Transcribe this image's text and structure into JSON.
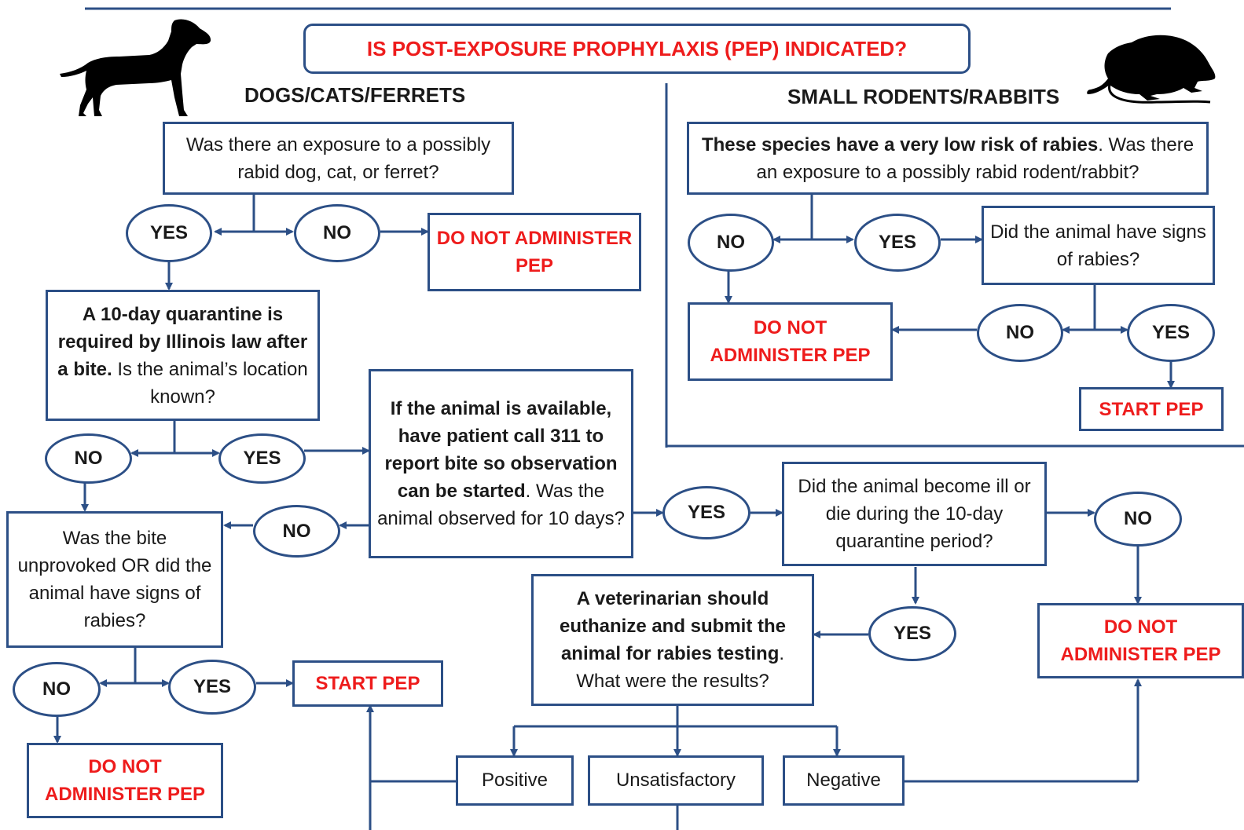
{
  "title": "IS POST-EXPOSURE PROPHYLAXIS (PEP) INDICATED?",
  "sections": {
    "left_heading": "DOGS/CATS/FERRETS",
    "right_heading": "SMALL RODENTS/RABBITS"
  },
  "icons": {
    "left": "dog-silhouette-icon",
    "right": "rat-silhouette-icon"
  },
  "colors": {
    "border": "#2c4f86",
    "outcome_text": "#ee1c1c"
  },
  "dogs": {
    "q_exposure": "Was there an exposure to a possibly rabid dog, cat, or ferret?",
    "yes1": "YES",
    "no1": "NO",
    "do_not_1": "DO NOT ADMINISTER PEP",
    "q_quarantine_bold": "A 10-day quarantine is required by Illinois law after a bite.",
    "q_quarantine_rest": " Is the animal’s location known?",
    "no2": "NO",
    "yes2": "YES",
    "q_observe_bold": "If the animal is available, have patient call 311 to report bite so observation can be started",
    "q_observe_rest": ". Was the animal observed for 10 days?",
    "no3": "NO",
    "q_unprovoked": "Was the bite unprovoked OR did the animal have signs of rabies?",
    "no4": "NO",
    "yes4": "YES",
    "start_pep_1": "START PEP",
    "do_not_2": "DO NOT ADMINISTER PEP",
    "yes3": "YES",
    "q_ill": "Did the animal become ill or die during the 10-day quarantine period?",
    "no5": "NO",
    "do_not_3": "DO NOT ADMINISTER PEP",
    "yes5": "YES",
    "q_vet_bold": "A veterinarian should euthanize and submit the animal for rabies testing",
    "q_vet_rest": ". What were the results?",
    "result_positive": "Positive",
    "result_unsatisfactory": "Unsatisfactory",
    "result_negative": "Negative"
  },
  "rodents": {
    "q_bold": "These species have a very low risk of rabies",
    "q_rest": ". Was there an exposure to a possibly rabid rodent/rabbit?",
    "no1": "NO",
    "yes1": "YES",
    "q_signs": "Did the animal have signs of rabies?",
    "do_not": "DO NOT ADMINISTER PEP",
    "no2": "NO",
    "yes2": "YES",
    "start_pep": "START PEP"
  }
}
